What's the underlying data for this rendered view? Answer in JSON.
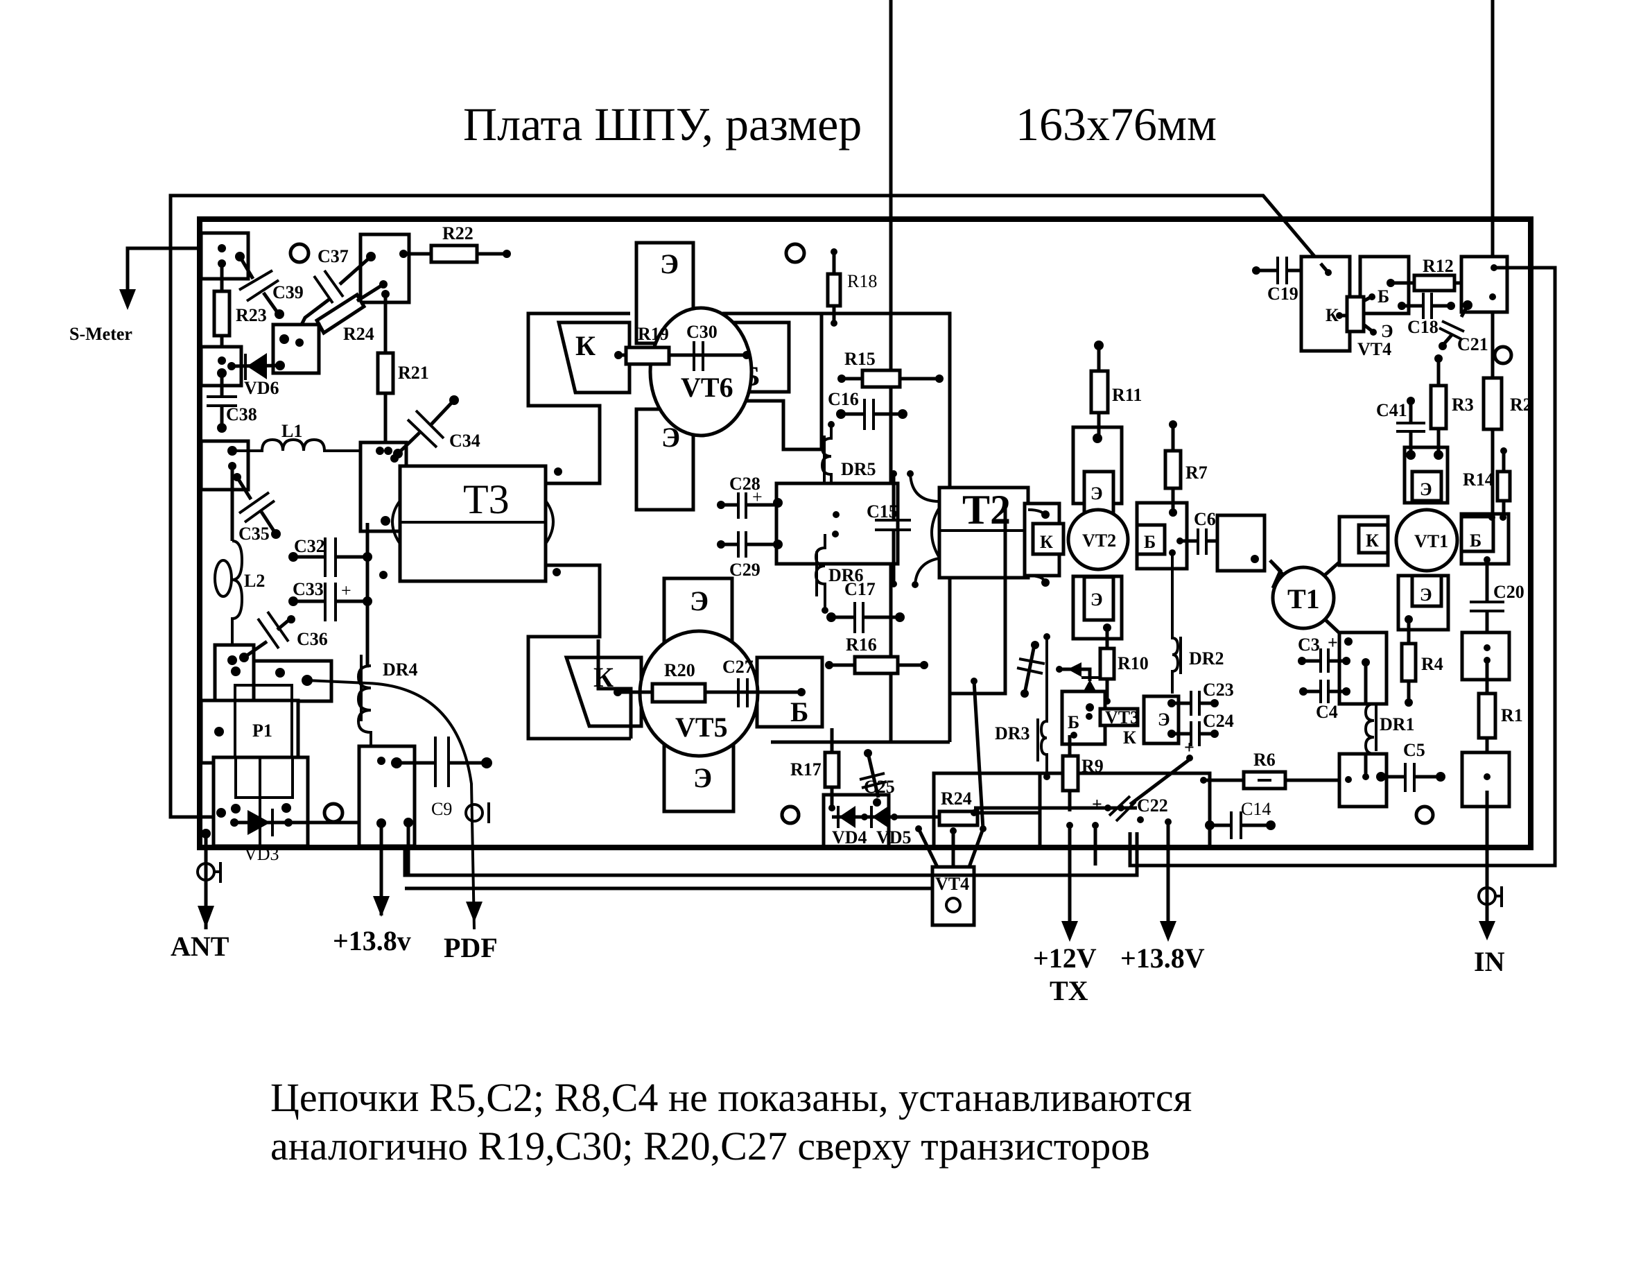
{
  "title": {
    "left": "Плата ШПУ, размер",
    "right": "163x76мм"
  },
  "note": {
    "line1": "Цепочки R5,C2; R8,C4 не показаны, устанавливаются",
    "line2": "аналогично R19,C30; R20,C27 сверху транзисторов"
  },
  "terminals": {
    "s_meter": "S-Meter",
    "ant": "ANT",
    "v138_left": "+13.8v",
    "pdf": "PDF",
    "v12": "+12V",
    "tx": "TX",
    "v138_right": "+13.8V",
    "in": "IN"
  },
  "pins": {
    "emitter": "Э",
    "collector": "К",
    "base": "Б"
  },
  "components": {
    "R22": "R22",
    "C37": "C37",
    "C39": "C39",
    "R23": "R23",
    "R24": "R24",
    "VD6": "VD6",
    "C38": "C38",
    "R21": "R21",
    "L1": "L1",
    "C34": "C34",
    "C35": "C35",
    "L2": "L2",
    "C32": "C32",
    "C33": "C33",
    "C36": "C36",
    "DR4": "DR4",
    "P1": "P1",
    "VD3": "VD3",
    "C9": "C9",
    "T3": "T3",
    "VT6": "VT6",
    "VT5": "VT5",
    "R19": "R19",
    "C30": "C30",
    "R20": "R20",
    "C27": "C27",
    "R18": "R18",
    "R15": "R15",
    "C16": "C16",
    "DR5": "DR5",
    "C28": "C28",
    "C29": "C29",
    "C15": "C15",
    "DR6": "DR6",
    "C17": "C17",
    "R16": "R16",
    "R17": "R17",
    "C25": "C25",
    "R24b": "R24",
    "VD4": "VD4",
    "VD5": "VD5",
    "VT4b": "VT4",
    "T2": "T2",
    "R11": "R11",
    "VT2": "VT2",
    "R7": "R7",
    "C6": "C6",
    "DR3": "DR3",
    "R10": "R10",
    "DR2": "DR2",
    "VT3": "VT3",
    "C23": "C23",
    "C24": "C24",
    "R9": "R9",
    "C22": "C22",
    "C14": "C14",
    "R6": "R6",
    "T1": "T1",
    "C3": "C3",
    "C4": "C4",
    "DR1": "DR1",
    "C5": "C5",
    "C19": "C19",
    "VT4": "VT4",
    "R12": "R12",
    "C18": "C18",
    "C21": "C21",
    "C41": "C41",
    "R3": "R3",
    "R2": "R2",
    "R14": "R14",
    "VT1": "VT1",
    "C20": "C20",
    "R4": "R4",
    "R1": "R1"
  }
}
